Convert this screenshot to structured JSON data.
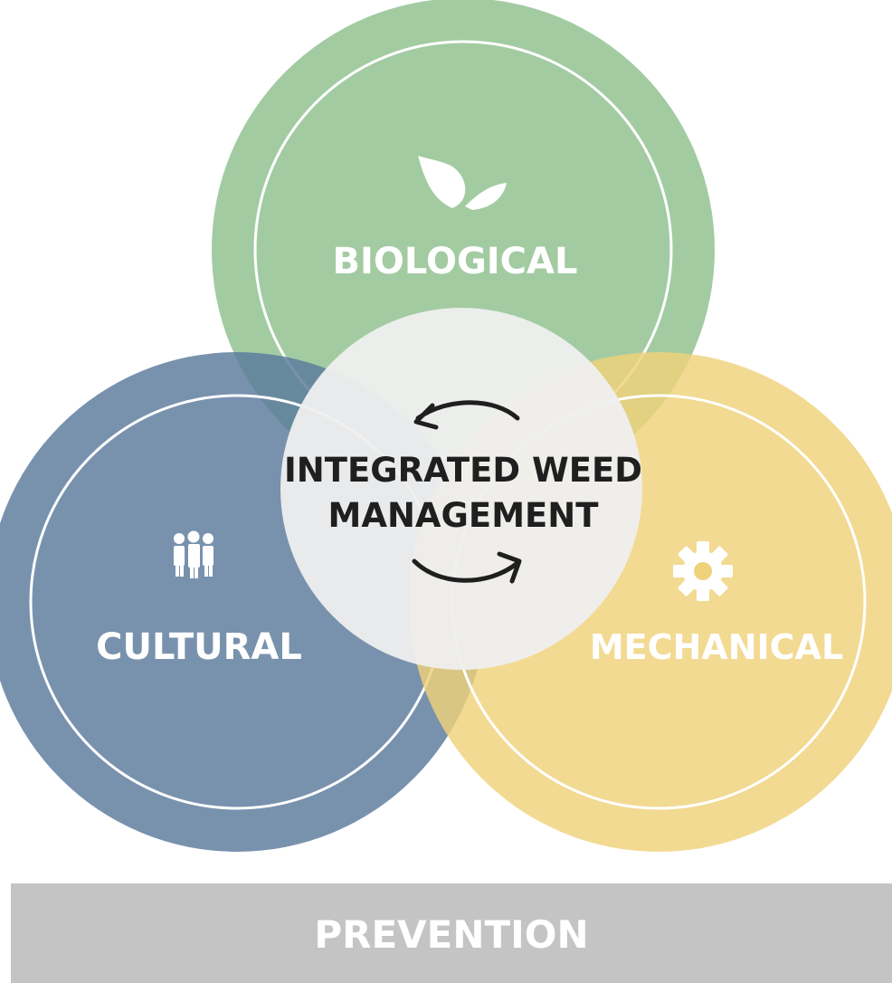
{
  "circles": {
    "biological": {
      "label": "BIOLOGICAL",
      "icon": "leaf-icon",
      "color": "#8fbf8d"
    },
    "cultural": {
      "label": "CULTURAL",
      "icon": "people-icon",
      "color": "#5f7f9f"
    },
    "mechanical": {
      "label": "MECHANICAL",
      "icon": "gear-icon",
      "color": "#efd27a"
    }
  },
  "center": {
    "line1": "INTEGRATED WEED",
    "line2": "MANAGEMENT",
    "color": "#efefef",
    "icon": "cycle-arrows-icon"
  },
  "prevention": {
    "label": "PREVENTION",
    "color": "#c4c4c4"
  }
}
